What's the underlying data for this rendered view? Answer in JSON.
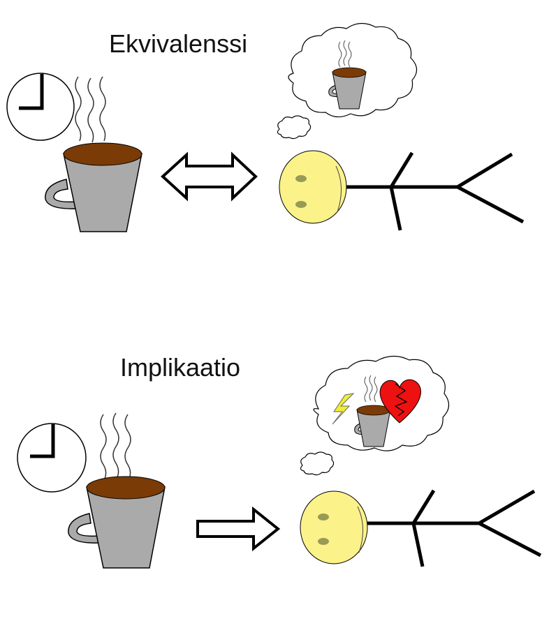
{
  "panels": [
    {
      "title": "Ekvivalenssi",
      "relation": "equivalence"
    },
    {
      "title": "Implikaatio",
      "relation": "implication"
    }
  ],
  "colors": {
    "cup": "#aaaaaa",
    "coffee": "#7a3b07",
    "face": "#fbf28a",
    "heart": "#ee1111",
    "bolt": "#f1ee30",
    "line": "#000000"
  },
  "icons": [
    "clock-icon",
    "coffee-cup-icon",
    "steam-icon",
    "thought-bubble-icon",
    "double-arrow-icon",
    "arrow-right-icon",
    "stick-figure-icon",
    "broken-heart-icon",
    "lightning-icon"
  ]
}
